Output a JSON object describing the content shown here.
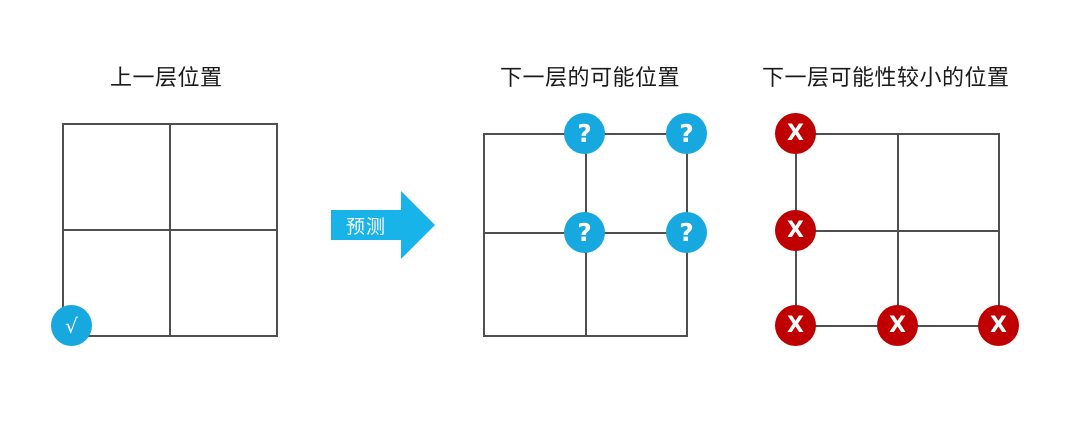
{
  "figure": {
    "background_color": "#ffffff",
    "line_color": "#4f4f4f"
  },
  "panels": {
    "previous": {
      "title": "上一层位置",
      "grid": {
        "rows": 2,
        "cols": 2
      },
      "markers": [
        {
          "name": "check-marker",
          "glyph": "√",
          "color": "#18a8e0",
          "position": "bottom-left-corner"
        }
      ]
    },
    "next": {
      "title": "下一层的可能位置",
      "grid": {
        "rows": 2,
        "cols": 2
      },
      "markers": [
        {
          "name": "question-marker",
          "glyph": "?",
          "color": "#18a8e0",
          "position": "top-center"
        },
        {
          "name": "question-marker",
          "glyph": "?",
          "color": "#18a8e0",
          "position": "top-right"
        },
        {
          "name": "question-marker",
          "glyph": "?",
          "color": "#18a8e0",
          "position": "middle-center"
        },
        {
          "name": "question-marker",
          "glyph": "?",
          "color": "#18a8e0",
          "position": "middle-right"
        }
      ]
    },
    "less_likely": {
      "title": "下一层可能性较小的位置",
      "grid": {
        "rows": 2,
        "cols": 2
      },
      "markers": [
        {
          "name": "cross-marker",
          "glyph": "X",
          "color": "#c00000",
          "position": "top-left"
        },
        {
          "name": "cross-marker",
          "glyph": "X",
          "color": "#c00000",
          "position": "middle-left"
        },
        {
          "name": "cross-marker",
          "glyph": "X",
          "color": "#c00000",
          "position": "bottom-left"
        },
        {
          "name": "cross-marker",
          "glyph": "X",
          "color": "#c00000",
          "position": "bottom-center"
        },
        {
          "name": "cross-marker",
          "glyph": "X",
          "color": "#c00000",
          "position": "bottom-right"
        }
      ]
    }
  },
  "arrow": {
    "label": "预测",
    "color": "#18b4e9",
    "direction": "right"
  }
}
